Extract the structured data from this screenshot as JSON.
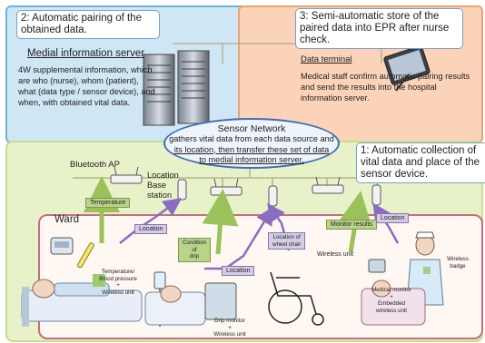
{
  "callouts": {
    "auto_pairing": "2: Automatic pairing of the obtained data.",
    "semi_auto_store": "3: Semi-automatic store of the paired data into EPR after nurse check.",
    "auto_collection": "1: Automatic collection of vital data and place of the sensor device."
  },
  "server": {
    "title": "Medial information server",
    "description": "4W supplemental information, which are who (nurse), whom (patient), what (data type / sensor device), and when, with obtained vital data."
  },
  "terminal": {
    "title": "Data terminal",
    "description": "Medical staff confirm automatic pairing results and send the results into the hospital information server."
  },
  "sensor_network": {
    "title": "Sensor Network",
    "line1": "gathers vital data from each data source and",
    "line2": "its location, then transfer these set of data",
    "line3": "to medial information server."
  },
  "labels": {
    "bluetooth_ap": "Bluetooth  AP",
    "location_base": "Location\nBase\nstation",
    "ward": "Ward"
  },
  "tags": {
    "temperature": "Temperature",
    "location_1": "Location",
    "condition_drip": "Condition\nof\ndrip",
    "location_2": "Location",
    "location_wheelchair": "Location of\nwheel chair",
    "monitor_results": "Monitor results",
    "location_3": "Location"
  },
  "devices": {
    "temp_bp": "Temperature/\nBlood pressure\n+\nWireless unit",
    "drip_monitor": "Drip monitor\n+\nWireless unit",
    "wireless_unit": "Wireless unit",
    "medical_monitor": "Medical monitor\n+\nEmbedded\nwireless unit",
    "wireless_badge": "Wireless\nbadge"
  },
  "colors": {
    "blue_panel": "#cfe6f5",
    "orange_panel": "#fbd3b8",
    "green_panel": "#e8f2c8",
    "network_ellipse": "#3f6fb6",
    "arrow_green": "#9bc25a",
    "arrow_purple": "#8a6cc0",
    "ward_border": "#c36f7d"
  }
}
